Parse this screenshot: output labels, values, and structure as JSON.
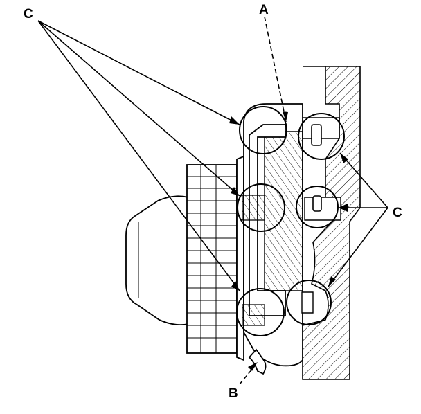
{
  "labels": {
    "a": "A",
    "b": "B",
    "c_left": "C",
    "c_right": "C"
  },
  "colors": {
    "ink": "#000000",
    "paper": "#ffffff"
  }
}
